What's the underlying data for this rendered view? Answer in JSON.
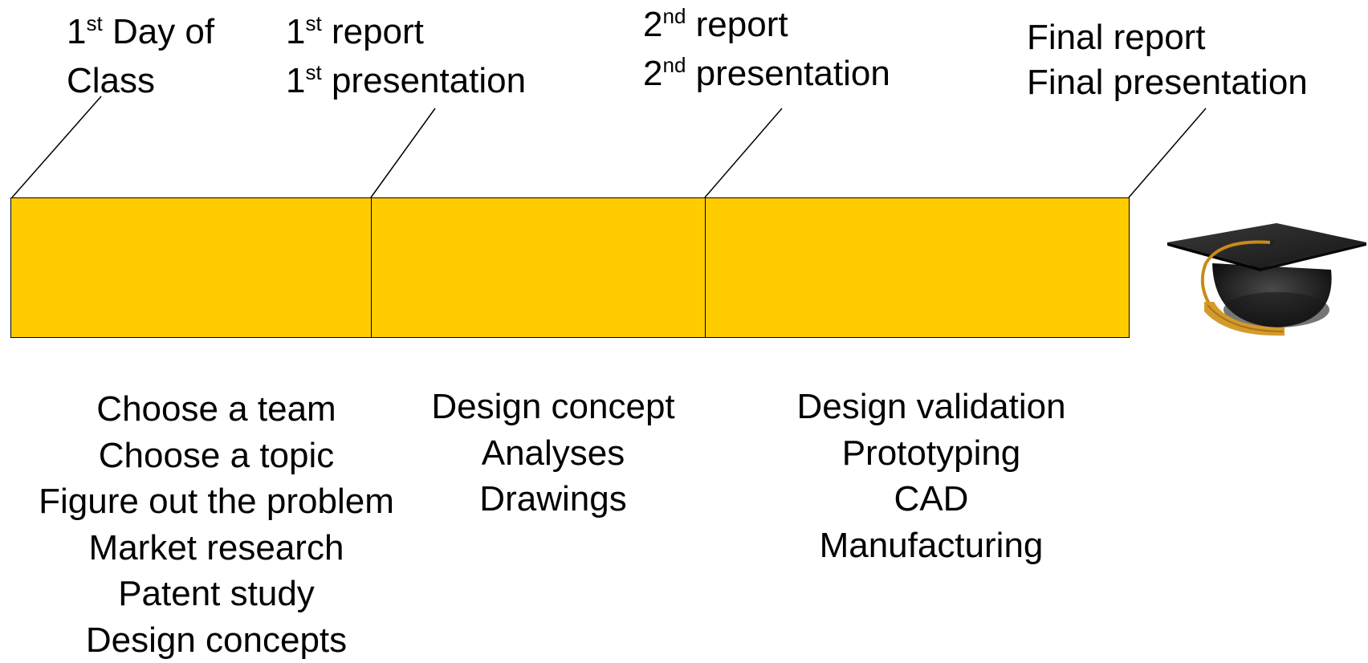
{
  "colors": {
    "segment_fill": "#FFCC00",
    "line": "#000000",
    "text": "#000000"
  },
  "milestones": [
    {
      "line1_num": "1",
      "line1_sup": "st",
      "line1_text": " Day of",
      "line2_text": "Class"
    },
    {
      "line1_num": "1",
      "line1_sup": "st",
      "line1_text": " report",
      "line2_num": "1",
      "line2_sup": "st",
      "line2_text": " presentation"
    },
    {
      "line1_num": "2",
      "line1_sup": "nd",
      "line1_text": " report",
      "line2_num": "2",
      "line2_sup": "nd",
      "line2_text": " presentation"
    },
    {
      "line1_text": "Final report",
      "line2_text": "Final presentation"
    }
  ],
  "phases": [
    {
      "activities": [
        "Choose a team",
        "Choose a topic",
        "Figure out the problem",
        "Market research",
        "Patent study",
        "Design concepts"
      ]
    },
    {
      "activities": [
        "Design concept",
        "Analyses",
        "Drawings"
      ]
    },
    {
      "activities": [
        "Design validation",
        "Prototyping",
        "CAD",
        "Manufacturing"
      ]
    }
  ],
  "end_icon": "graduation-cap-icon"
}
